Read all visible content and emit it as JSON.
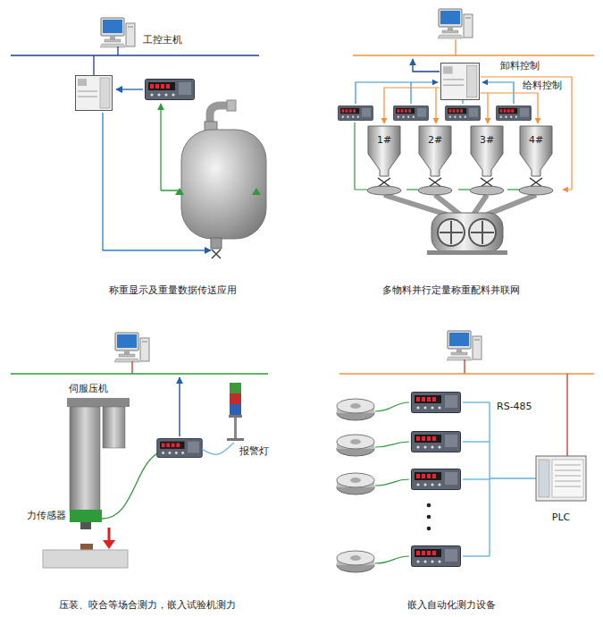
{
  "diagram": {
    "nodes": [
      {
        "text": [
          "工控主机"
        ]
      },
      {
        "text": [
          "1#"
        ]
      },
      {
        "text": [
          "2#"
        ]
      },
      {
        "text": [
          "3#"
        ]
      },
      {
        "text": [
          "4#"
        ]
      },
      {
        "text": [
          "伺服压机"
        ]
      },
      {
        "text": [
          "力传感器"
        ]
      },
      {
        "text": [
          "报警灯"
        ]
      },
      {
        "text": [
          "PLC"
        ]
      }
    ],
    "labels": [
      "卸料控制",
      "给料控制",
      "称重显示及重量数据传送应用",
      "多物料并行定量称重配料并联网",
      "压装、咬合等场合测力，嵌入试验机测力",
      "RS-485",
      "嵌入自动化测力设备"
    ]
  }
}
